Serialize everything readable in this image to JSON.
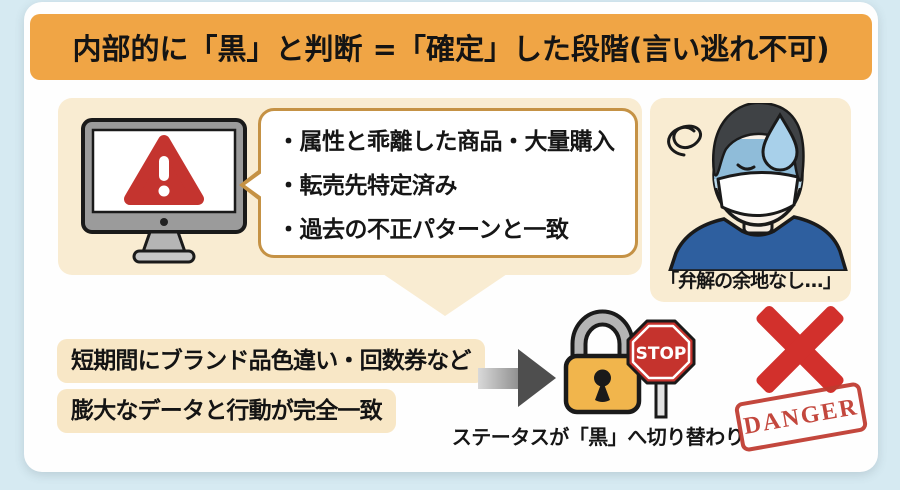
{
  "header": {
    "title": "内部的に「黒」と判断 =「確定」した段階(言い逃れ不可)"
  },
  "panel": {
    "bullets": [
      "・属性と乖離した商品・大量購入",
      "・転売先特定済み",
      "・過去の不正パターンと一致"
    ],
    "person_quote": "「弁解の余地なし...」"
  },
  "bottom": {
    "row1": "短期間にブランド品色違い・回数券など",
    "row2": "膨大なデータと行動が完全一致",
    "status": "ステータスが「黒」へ切り替わり",
    "stop_label": "STOP",
    "danger_label": "DANGER"
  },
  "colors": {
    "page_background": "#d6eaf2",
    "card_background": "#fefefe",
    "header_orange": "#f0a545",
    "panel_cream": "#f9ecd2",
    "highlight_cream": "#f8e7c6",
    "bubble_border_gold": "#c59245",
    "alert_red": "#c4342f",
    "x_red": "#d2302c",
    "stamp_red": "#bf3a2f",
    "lock_orange": "#f1b54c",
    "shirt_blue": "#2e5f9f",
    "face_blue": "#8fbcd9"
  },
  "icons": [
    "monitor-icon",
    "warning-triangle-icon",
    "speech-bubble",
    "worried-person-icon",
    "sweat-drop-icon",
    "scribble-icon",
    "arrow-right-icon",
    "padlock-icon",
    "stop-sign-icon",
    "x-mark-icon",
    "danger-stamp"
  ]
}
